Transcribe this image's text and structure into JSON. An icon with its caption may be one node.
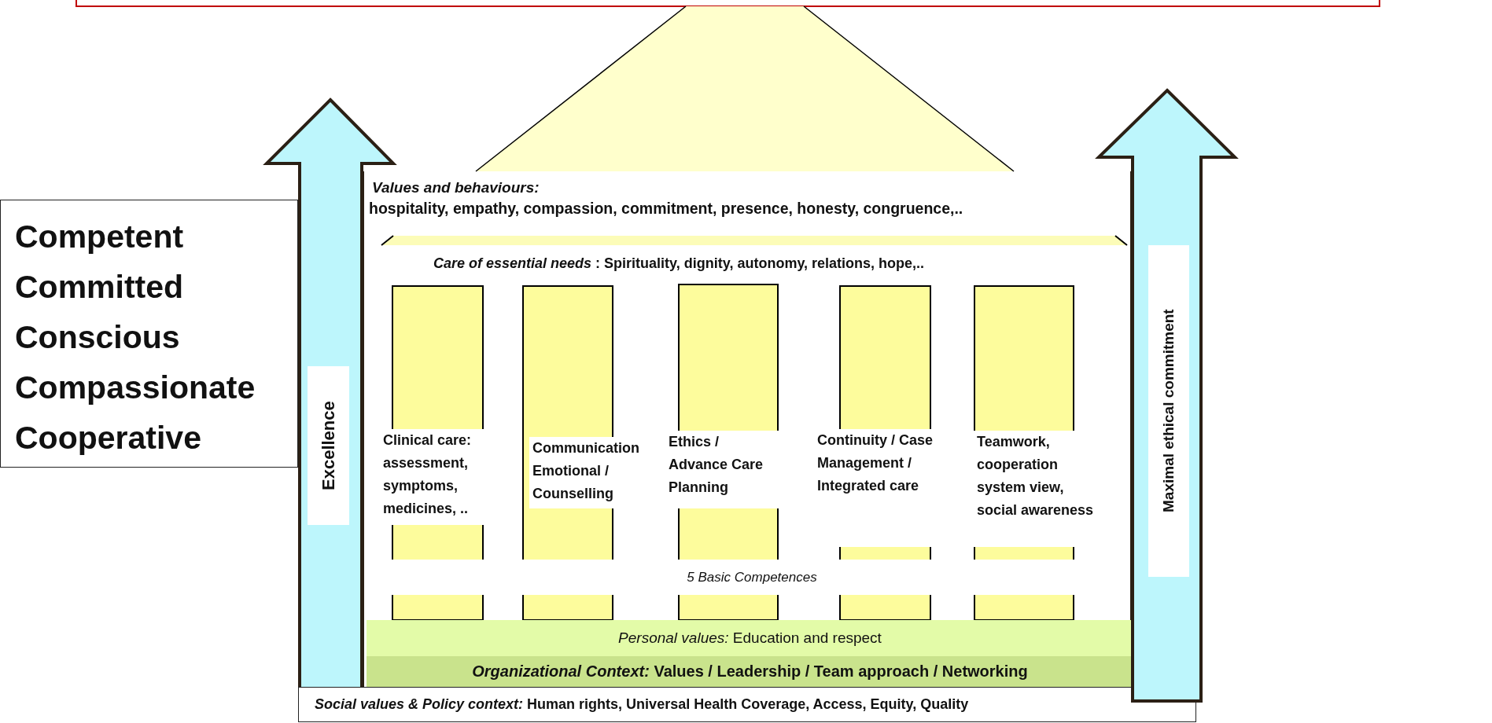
{
  "diagram": {
    "nodes": [
      {
        "text": [
          "Competent",
          "Committed",
          "Conscious",
          "Compassionate",
          "Cooperative"
        ]
      },
      {
        "text": [
          "Excellence"
        ]
      },
      {
        "text": [
          "Values and behaviours:",
          "hospitality, empathy, compassion, commitment, presence, honesty, congruence,..",
          "*Care of essential needs* : Spirituality, dignity, autonomy, relations, hope,.."
        ]
      },
      {
        "text": [
          "Clinical care: assessment, symptoms, medicines, .."
        ],
        "in": 2
      },
      {
        "text": [
          "Communication Emotional / Counselling"
        ],
        "in": 2
      },
      {
        "text": [
          "Ethics / Advance Care Planning"
        ],
        "in": 2
      },
      {
        "text": [
          "Continuity / Case Management / Integrated care"
        ],
        "in": 2
      },
      {
        "text": [
          "Teamwork, cooperation system view, social awareness"
        ],
        "in": 2
      },
      {
        "text": [
          "*Personal values:* Education and respect"
        ],
        "in": 2
      },
      {
        "text": [
          "*Organizational Context:*  Values / Leadership / Team approach / Networking"
        ],
        "in": 2
      },
      {
        "text": [
          "*Social values & Policy context:* Human rights, Universal Health Coverage, Access,  Equity, Quality"
        ]
      },
      {
        "text": [
          "Maximal ethical commitment"
        ]
      }
    ],
    "labels": [
      "5 Basic Competences"
    ]
  }
}
